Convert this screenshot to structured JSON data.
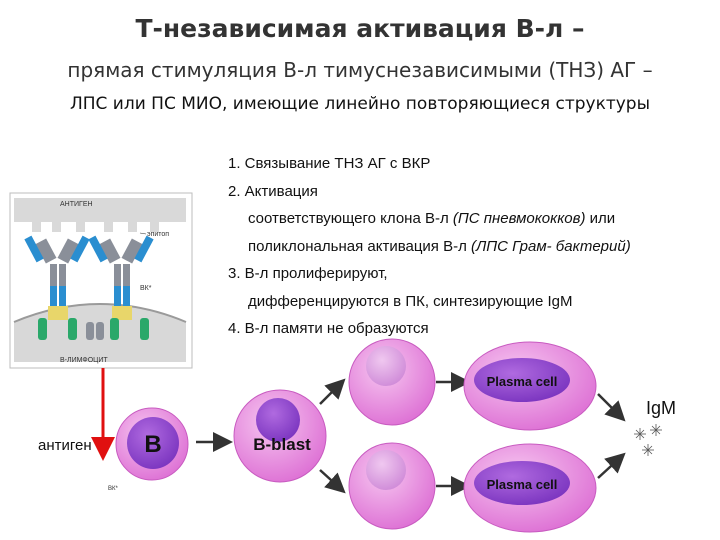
{
  "header": {
    "title": "Т-независимая активация В-л –",
    "subtitle": "прямая стимуляция В-л тимуснезависимыми (ТНЗ) АГ –",
    "subtitle2": "ЛПС или ПС МИО, имеющие линейно повторяющиеся структуры"
  },
  "steps": {
    "s1": "1. Связывание ТНЗ АГ с ВКР",
    "s2": "2. Активация",
    "s2b_pre": "соответствующего клона В-л ",
    "s2b_it": "(ПС пневмококков)",
    "s2b_post": " или",
    "s2c_pre": "поликлональная активация В-л ",
    "s2c_it": "(ЛПС Грам- бактерий)",
    "s3": "3. В-л пролиферируют,",
    "s3b": "дифференцируются в ПК, синтезирующие IgM",
    "s4": "4. В-л памяти не образуются"
  },
  "inset": {
    "antigen_label": "АНТИГЕН",
    "epitope_label": "эпитоп",
    "bcr_label": "ВК*",
    "cell_label": "В-ЛИМФОЦИТ"
  },
  "diagram": {
    "antigen_label": "антиген",
    "bcr_small_label": "ВК*",
    "b_cell_label": "B",
    "blast_label": "B-blast",
    "plasma_top_label": "Plasma cell",
    "plasma_bottom_label": "Plasma cell",
    "igm_label": "IgM"
  },
  "colors": {
    "cell_pink": "#e07ad8",
    "nucleus_purple": "#8a3fcc",
    "arrow_red": "#e01010",
    "receptor_blue": "#2a8ed0",
    "receptor_gray": "#8a8f99",
    "signal_green": "#2aa86a"
  }
}
